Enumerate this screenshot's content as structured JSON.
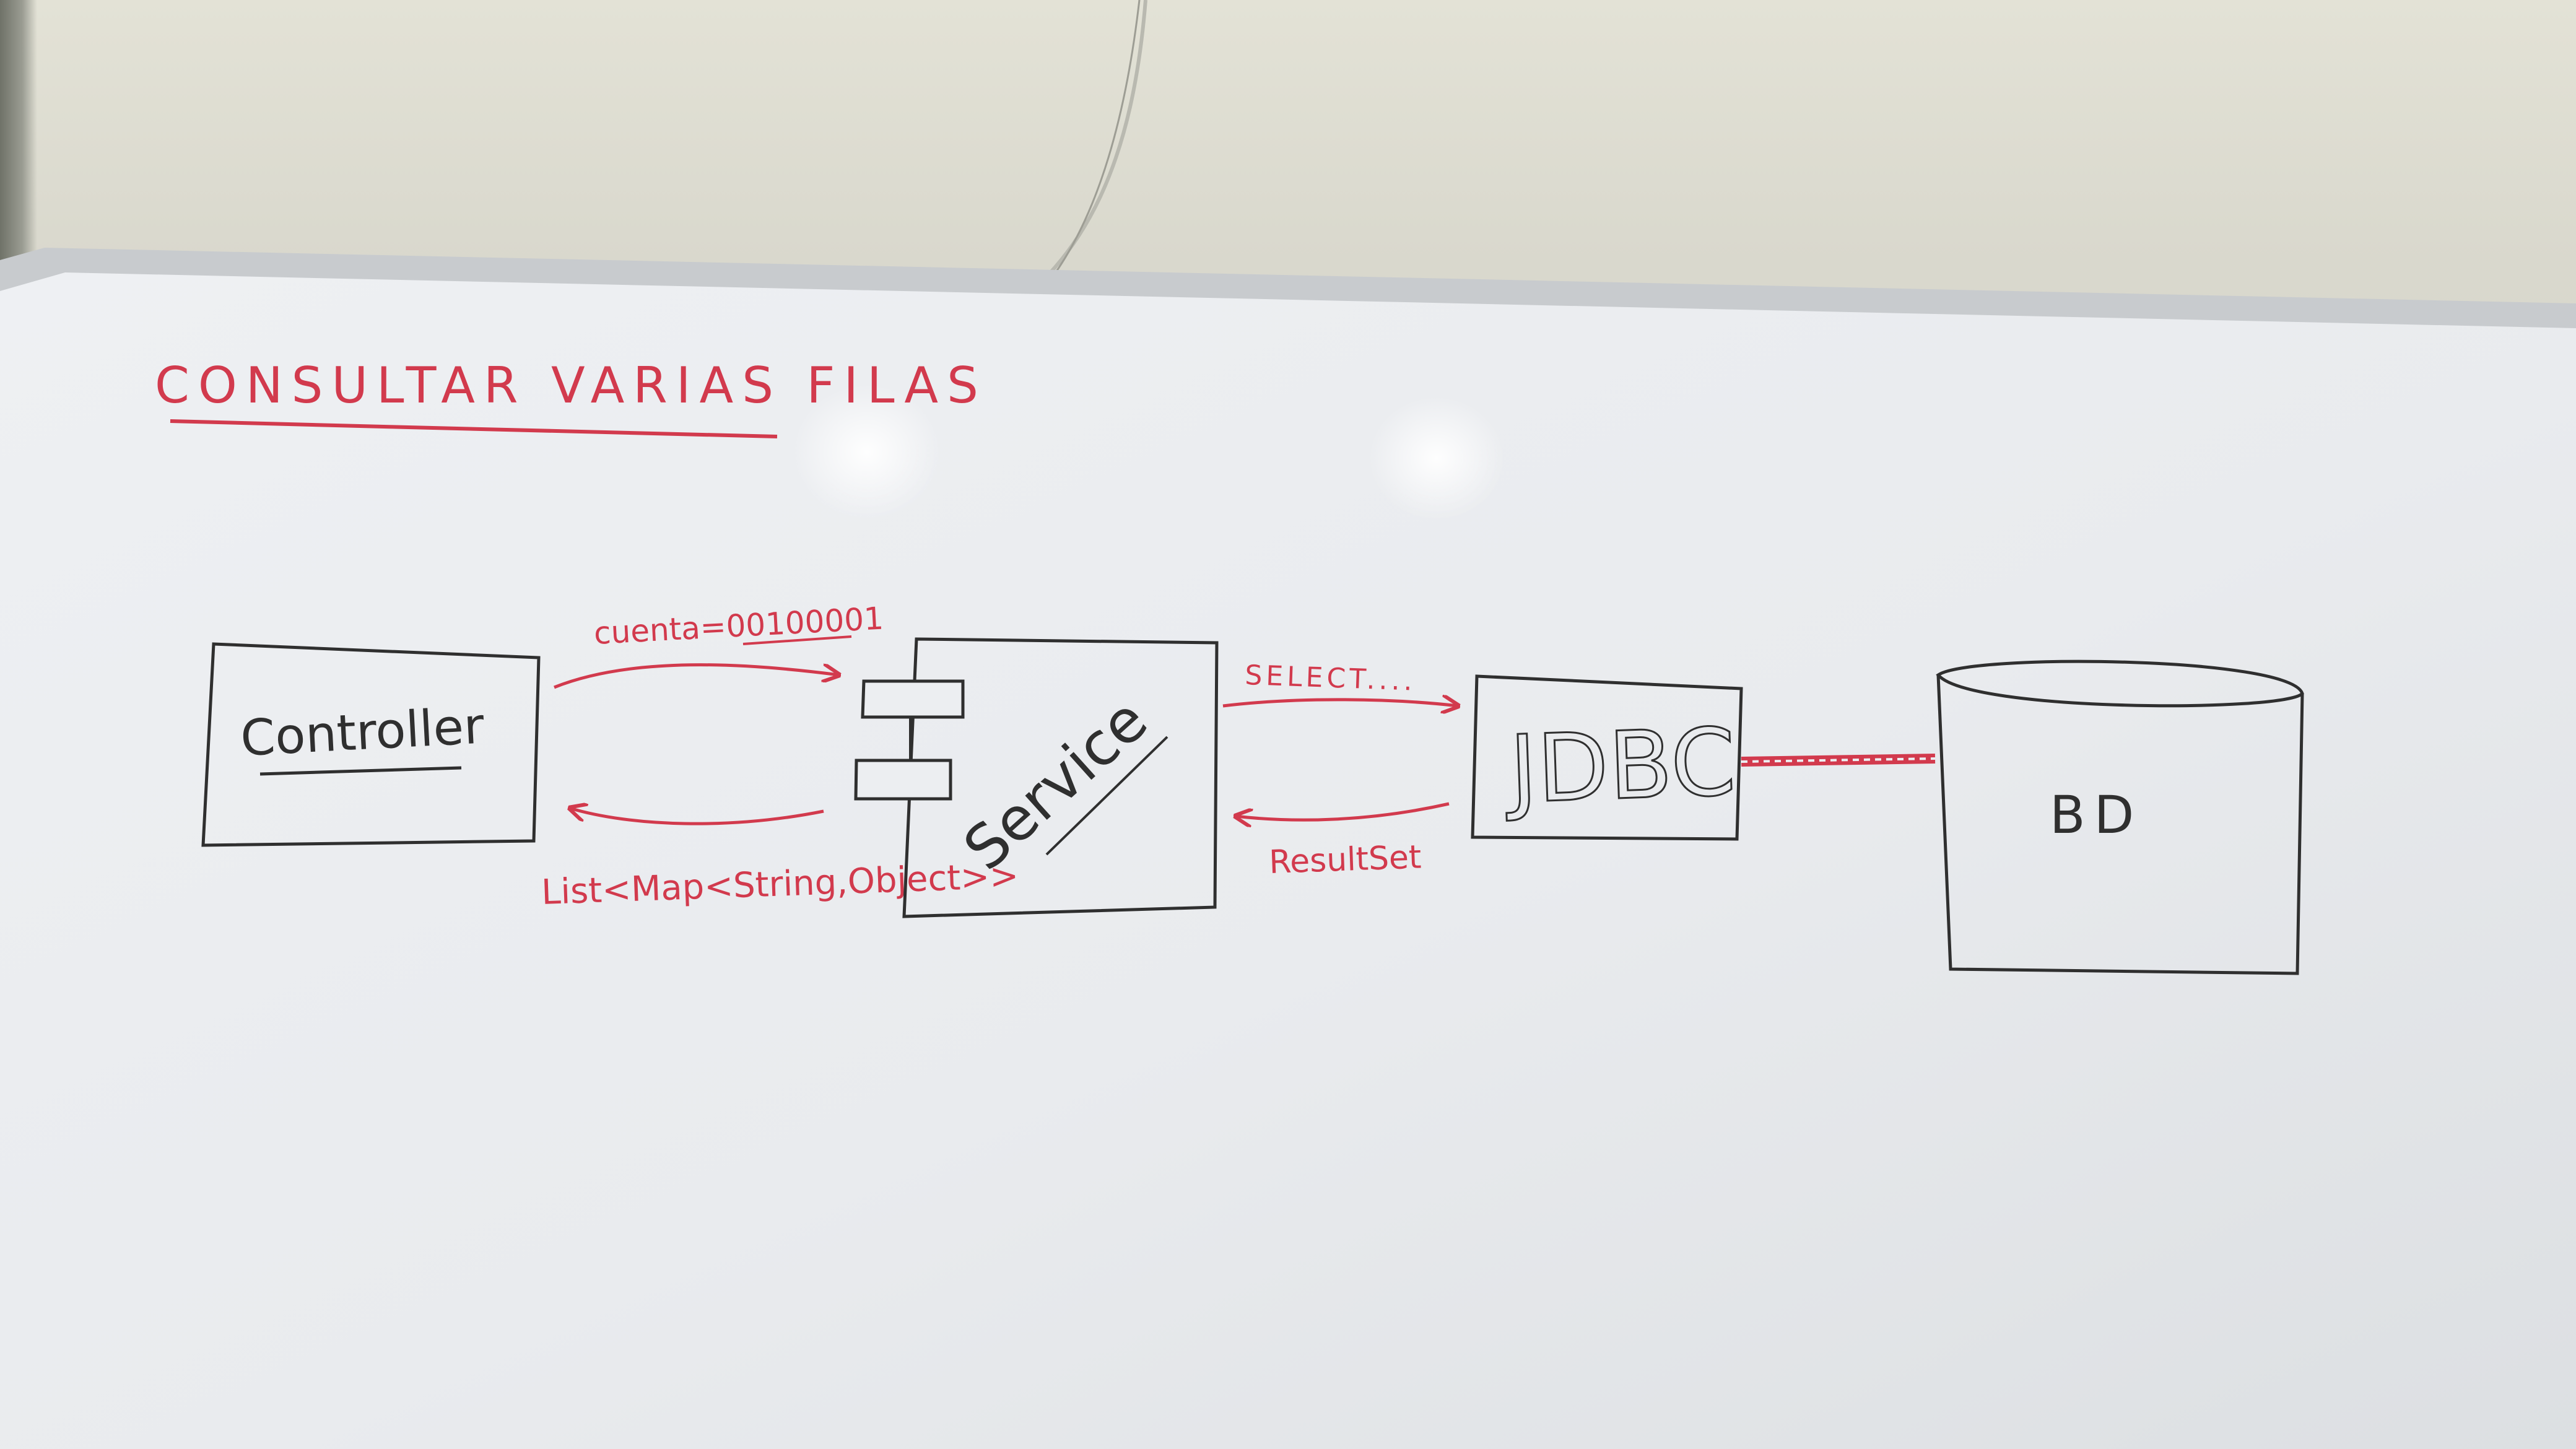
{
  "whiteboard": {
    "title": "CONSULTAR VARIAS FILAS",
    "nodes": {
      "controller": "Controller",
      "service": "Service",
      "jdbc": "JDBC",
      "database": "BD"
    },
    "edges": {
      "request": "cuenta=00100001",
      "response": "List<Map<String,Object>>",
      "query": "SELECT....",
      "result": "ResultSet"
    },
    "colors": {
      "marker_black": "#2f2f2f",
      "marker_red": "#d23a4d",
      "board": "#eef0f2"
    }
  }
}
